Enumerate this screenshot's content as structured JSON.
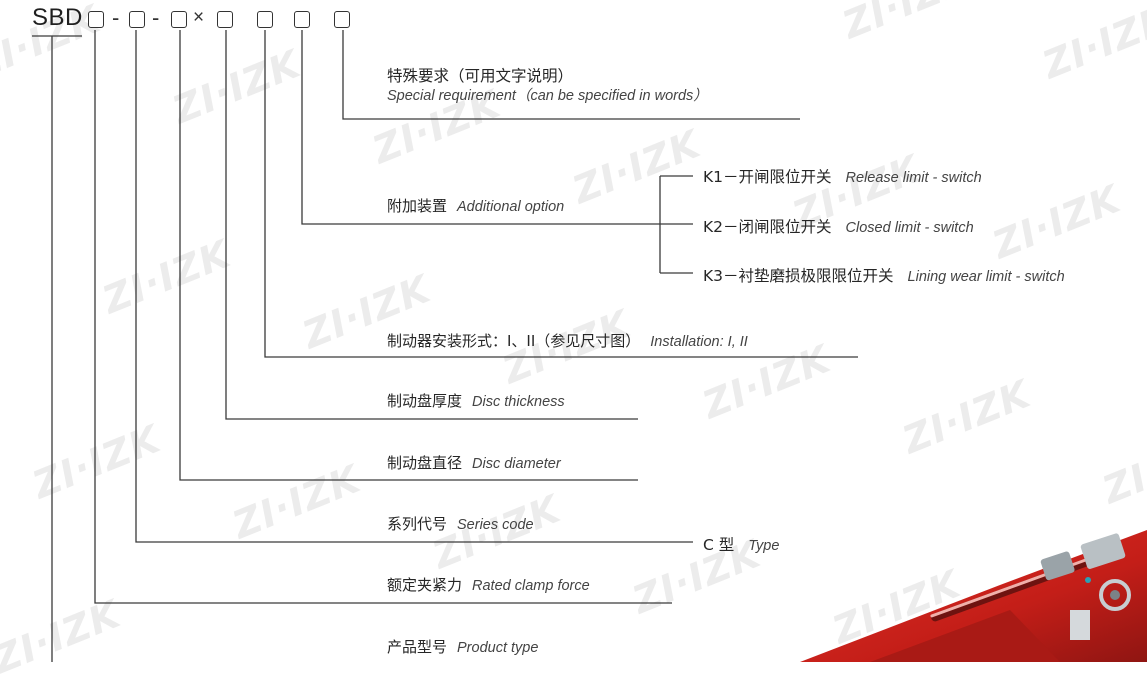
{
  "code": {
    "prefix": "SBD",
    "separators": [
      "-",
      "-",
      "×"
    ]
  },
  "fields": [
    {
      "id": "special",
      "zh": "特殊要求（可用文字说明）",
      "en": "Special requirement（can be specified in words）"
    },
    {
      "id": "additional",
      "zh": "附加装置",
      "en": "Additional option"
    },
    {
      "id": "installation",
      "zh": "制动器安装形式：I、II（参见尺寸图）",
      "en": "Installation: I, II"
    },
    {
      "id": "thickness",
      "zh": "制动盘厚度",
      "en": "Disc thickness"
    },
    {
      "id": "diameter",
      "zh": "制动盘直径",
      "en": "Disc diameter"
    },
    {
      "id": "series",
      "zh": "系列代号",
      "en": "Series code"
    },
    {
      "id": "clamp",
      "zh": "额定夹紧力",
      "en": "Rated clamp force"
    },
    {
      "id": "product",
      "zh": "产品型号",
      "en": "Product type"
    }
  ],
  "options": [
    {
      "code": "K1",
      "zh": "K1－开闸限位开关",
      "en": "Release limit - switch"
    },
    {
      "code": "K2",
      "zh": "K2－闭闸限位开关",
      "en": "Closed limit - switch"
    },
    {
      "code": "K3",
      "zh": "K3－衬垫磨损极限限位开关",
      "en": "Lining wear limit - switch"
    }
  ],
  "series_type": {
    "zh": "C 型",
    "en": "Type"
  },
  "watermark": "ZI·IZK",
  "colors": {
    "line": "#3a3a3a",
    "product_red": "#c8201c",
    "product_dark": "#8f1512"
  }
}
